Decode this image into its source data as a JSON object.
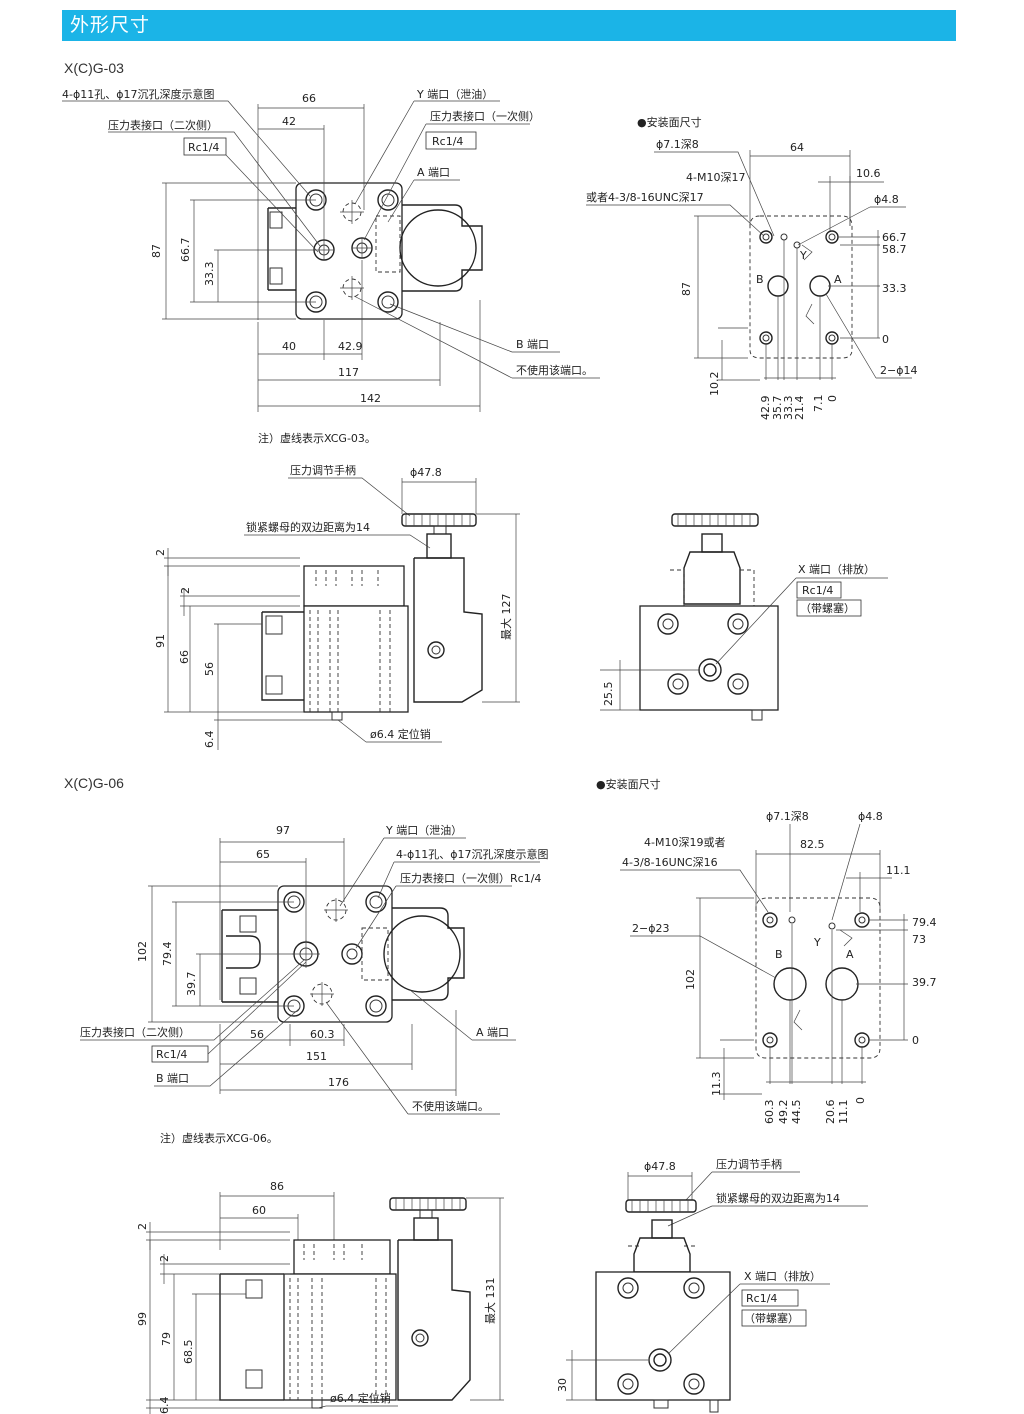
{
  "header": {
    "title": "外形尺寸"
  },
  "colors": {
    "accent": "#1bb4e7"
  },
  "section1": {
    "model": "X(C)G-03",
    "note": "注）虚线表示XCG-03。",
    "top_view": {
      "callouts": {
        "holes": "4-ϕ11孔、ϕ17沉孔深度示意图",
        "gauge2": "压力表接口（二次侧）",
        "rc1": "Rc1/4",
        "yport": "Y 端口（泄油）",
        "gauge1": "压力表接口（一次侧）",
        "rc2": "Rc1/4",
        "aport": "A 端口",
        "bport": "B 端口",
        "unused": "不使用该端口。"
      },
      "dims": {
        "d66": "66",
        "d42": "42",
        "d87": "87",
        "d66_7": "66.7",
        "d33_3": "33.3",
        "d40": "40",
        "d42_9": "42.9",
        "d117": "117",
        "d142": "142"
      }
    },
    "mount": {
      "title": "●安装面尺寸",
      "phi71": "ϕ7.1深8",
      "m10": "4-M10深17",
      "unc": "或者4-3/8-16UNC深17",
      "d64": "64",
      "d10_6": "10.6",
      "phi48": "ϕ4.8",
      "d87": "87",
      "d10_2": "10.2",
      "right": [
        "66.7",
        "58.7",
        "33.3",
        "0"
      ],
      "bottom": [
        "42.9",
        "35.7",
        "33.3",
        "21.4",
        "7.1",
        "0"
      ],
      "two14": "2−ϕ14",
      "b": "B",
      "a": "A",
      "y": "Y"
    },
    "side": {
      "handle": "压力调节手柄",
      "phi478": "ϕ47.8",
      "nut": "锁紧螺母的双边距离为14",
      "d2a": "2",
      "d2b": "2",
      "d91": "91",
      "d66": "66",
      "d56": "56",
      "d6_4": "6.4",
      "max": "最大 127",
      "pin": "ø6.4 定位销"
    },
    "front": {
      "xport": "X 端口（排放）",
      "rc": "Rc1/4",
      "plug": "（带螺塞）",
      "d25_5": "25.5"
    }
  },
  "section2": {
    "model": "X(C)G-06",
    "note": "注）虚线表示XCG-06。",
    "top_view": {
      "callouts": {
        "yport": "Y 端口（泄油）",
        "holes": "4-ϕ11孔、ϕ17沉孔深度示意图",
        "gauge1": "压力表接口（一次侧）Rc1/4",
        "gauge2": "压力表接口（二次侧）",
        "rc": "Rc1/4",
        "bport": "B 端口",
        "aport": "A 端口",
        "unused": "不使用该端口。"
      },
      "dims": {
        "d97": "97",
        "d65": "65",
        "d102": "102",
        "d79_4": "79.4",
        "d39_7": "39.7",
        "d56": "56",
        "d60_3": "60.3",
        "d151": "151",
        "d176": "176"
      }
    },
    "mount": {
      "title": "●安装面尺寸",
      "phi71": "ϕ7.1深8",
      "phi48": "ϕ4.8",
      "m10": "4-M10深19或者",
      "unc": "4-3/8-16UNC深16",
      "d82_5": "82.5",
      "d11_1": "11.1",
      "two23": "2−ϕ23",
      "d102": "102",
      "d11_3": "11.3",
      "right": [
        "79.4",
        "73",
        "39.7",
        "0"
      ],
      "bottom": [
        "60.3",
        "49.2",
        "44.5",
        "20.6",
        "11.1",
        "0"
      ],
      "b": "B",
      "a": "A",
      "y": "Y"
    },
    "side": {
      "d86": "86",
      "d60": "60",
      "d2a": "2",
      "d2b": "2",
      "d99": "99",
      "d79": "79",
      "d68_5": "68.5",
      "d6_4": "6.4",
      "max": "最大 131",
      "pin": "ø6.4 定位销"
    },
    "front": {
      "phi478": "ϕ47.8",
      "handle": "压力调节手柄",
      "nut": "锁紧螺母的双边距离为14",
      "xport": "X 端口（排放）",
      "rc": "Rc1/4",
      "plug": "（带螺塞）",
      "d30": "30"
    }
  }
}
